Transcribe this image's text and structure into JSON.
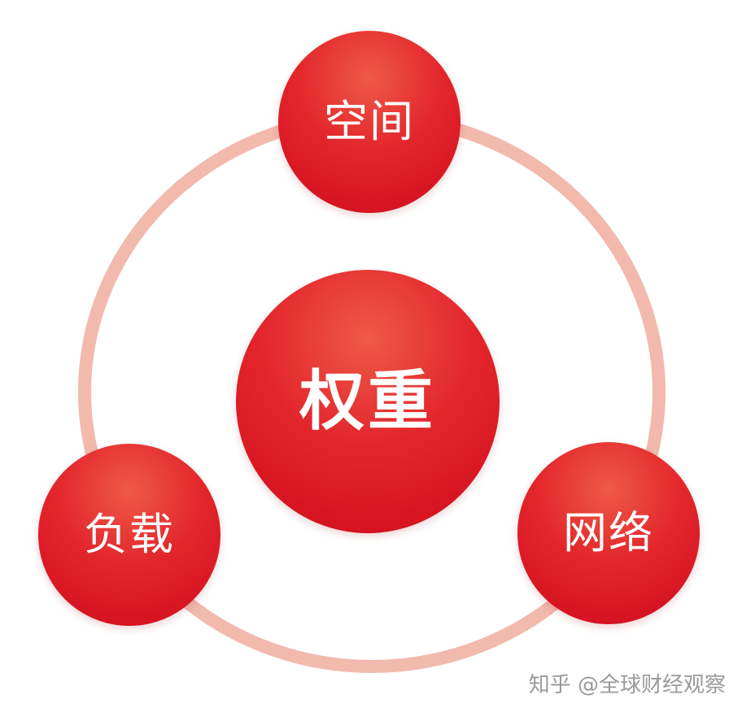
{
  "diagram": {
    "center_label": "权重",
    "nodes": {
      "top": "空间",
      "left": "负载",
      "right": "网络"
    },
    "colors": {
      "node_red": "#d9101f",
      "node_highlight": "#ee5a47",
      "ring": "#f2b9ad",
      "text": "#ffffff"
    }
  },
  "watermark": "知乎 @全球财经观察"
}
